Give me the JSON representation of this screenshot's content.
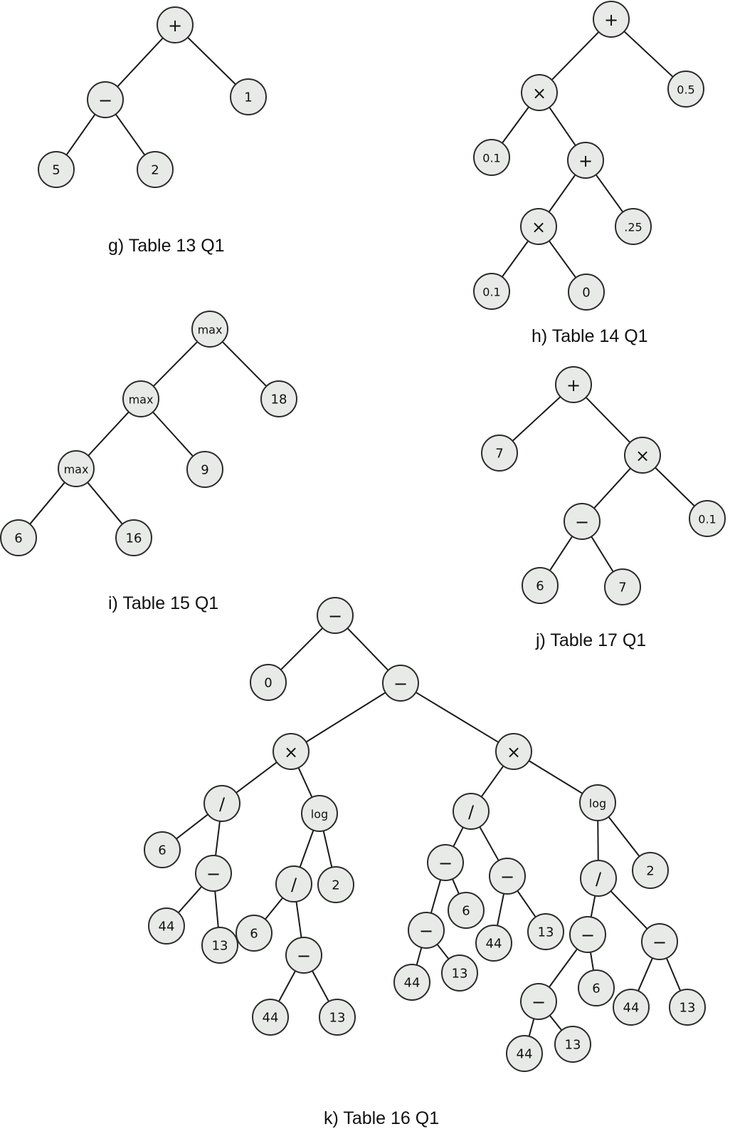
{
  "diagrams": [
    {
      "id": "g",
      "caption": "g) Table 13 Q1",
      "nodes": [
        {
          "id": "g1",
          "label": "+"
        },
        {
          "id": "g2",
          "label": "−"
        },
        {
          "id": "g3",
          "label": "1"
        },
        {
          "id": "g4",
          "label": "5"
        },
        {
          "id": "g5",
          "label": "2"
        }
      ],
      "edges": [
        [
          "g1",
          "g2"
        ],
        [
          "g1",
          "g3"
        ],
        [
          "g2",
          "g4"
        ],
        [
          "g2",
          "g5"
        ]
      ]
    },
    {
      "id": "h",
      "caption": "h) Table 14 Q1",
      "nodes": [
        {
          "id": "h1",
          "label": "+"
        },
        {
          "id": "h2",
          "label": "×"
        },
        {
          "id": "h3",
          "label": "0.5"
        },
        {
          "id": "h4",
          "label": "0.1"
        },
        {
          "id": "h5",
          "label": "+"
        },
        {
          "id": "h6",
          "label": "×"
        },
        {
          "id": "h7",
          "label": ".25"
        },
        {
          "id": "h8",
          "label": "0.1"
        },
        {
          "id": "h9",
          "label": "0"
        }
      ],
      "edges": [
        [
          "h1",
          "h2"
        ],
        [
          "h1",
          "h3"
        ],
        [
          "h2",
          "h4"
        ],
        [
          "h2",
          "h5"
        ],
        [
          "h5",
          "h6"
        ],
        [
          "h5",
          "h7"
        ],
        [
          "h6",
          "h8"
        ],
        [
          "h6",
          "h9"
        ]
      ]
    },
    {
      "id": "i",
      "caption": "i) Table 15 Q1",
      "nodes": [
        {
          "id": "i1",
          "label": "max"
        },
        {
          "id": "i2",
          "label": "max"
        },
        {
          "id": "i3",
          "label": "18"
        },
        {
          "id": "i4",
          "label": "max"
        },
        {
          "id": "i5",
          "label": "9"
        },
        {
          "id": "i6",
          "label": "6"
        },
        {
          "id": "i7",
          "label": "16"
        }
      ],
      "edges": [
        [
          "i1",
          "i2"
        ],
        [
          "i1",
          "i3"
        ],
        [
          "i2",
          "i4"
        ],
        [
          "i2",
          "i5"
        ],
        [
          "i4",
          "i6"
        ],
        [
          "i4",
          "i7"
        ]
      ]
    },
    {
      "id": "j",
      "caption": "j) Table 17 Q1",
      "nodes": [
        {
          "id": "j1",
          "label": "+"
        },
        {
          "id": "j2",
          "label": "7"
        },
        {
          "id": "j3",
          "label": "×"
        },
        {
          "id": "j4",
          "label": "−"
        },
        {
          "id": "j5",
          "label": "0.1"
        },
        {
          "id": "j6",
          "label": "6"
        },
        {
          "id": "j7",
          "label": "7"
        }
      ],
      "edges": [
        [
          "j1",
          "j2"
        ],
        [
          "j1",
          "j3"
        ],
        [
          "j3",
          "j4"
        ],
        [
          "j3",
          "j5"
        ],
        [
          "j4",
          "j6"
        ],
        [
          "j4",
          "j7"
        ]
      ]
    },
    {
      "id": "k",
      "caption": "k) Table 16 Q1",
      "nodes": [
        {
          "id": "k1",
          "label": "−"
        },
        {
          "id": "k2",
          "label": "0"
        },
        {
          "id": "k3",
          "label": "−"
        },
        {
          "id": "k4",
          "label": "×"
        },
        {
          "id": "k5",
          "label": "×"
        },
        {
          "id": "k6",
          "label": "/"
        },
        {
          "id": "k7",
          "label": "log"
        },
        {
          "id": "k8",
          "label": "6"
        },
        {
          "id": "k9",
          "label": "−"
        },
        {
          "id": "k10",
          "label": "44"
        },
        {
          "id": "k11",
          "label": "13"
        },
        {
          "id": "k12",
          "label": "/"
        },
        {
          "id": "k13",
          "label": "2"
        },
        {
          "id": "k14",
          "label": "6"
        },
        {
          "id": "k15",
          "label": "−"
        },
        {
          "id": "k16",
          "label": "44"
        },
        {
          "id": "k17",
          "label": "13"
        },
        {
          "id": "k18",
          "label": "/"
        },
        {
          "id": "k19",
          "label": "log"
        },
        {
          "id": "k20",
          "label": "−"
        },
        {
          "id": "k21",
          "label": "−"
        },
        {
          "id": "k22",
          "label": "−"
        },
        {
          "id": "k23",
          "label": "6"
        },
        {
          "id": "k24",
          "label": "44"
        },
        {
          "id": "k25",
          "label": "13"
        },
        {
          "id": "k26",
          "label": "44"
        },
        {
          "id": "k27",
          "label": "13"
        },
        {
          "id": "k28",
          "label": "/"
        },
        {
          "id": "k29",
          "label": "2"
        },
        {
          "id": "k30",
          "label": "−"
        },
        {
          "id": "k31",
          "label": "−"
        },
        {
          "id": "k32",
          "label": "−"
        },
        {
          "id": "k33",
          "label": "6"
        },
        {
          "id": "k34",
          "label": "44"
        },
        {
          "id": "k35",
          "label": "13"
        },
        {
          "id": "k36",
          "label": "44"
        },
        {
          "id": "k37",
          "label": "13"
        }
      ],
      "edges": [
        [
          "k1",
          "k2"
        ],
        [
          "k1",
          "k3"
        ],
        [
          "k3",
          "k4"
        ],
        [
          "k3",
          "k5"
        ],
        [
          "k4",
          "k6"
        ],
        [
          "k4",
          "k7"
        ],
        [
          "k6",
          "k8"
        ],
        [
          "k6",
          "k9"
        ],
        [
          "k9",
          "k10"
        ],
        [
          "k9",
          "k11"
        ],
        [
          "k7",
          "k12"
        ],
        [
          "k7",
          "k13"
        ],
        [
          "k12",
          "k14"
        ],
        [
          "k12",
          "k15"
        ],
        [
          "k15",
          "k16"
        ],
        [
          "k15",
          "k17"
        ],
        [
          "k5",
          "k18"
        ],
        [
          "k5",
          "k19"
        ],
        [
          "k18",
          "k20"
        ],
        [
          "k18",
          "k21"
        ],
        [
          "k20",
          "k22"
        ],
        [
          "k20",
          "k23"
        ],
        [
          "k22",
          "k24"
        ],
        [
          "k22",
          "k25"
        ],
        [
          "k21",
          "k26"
        ],
        [
          "k21",
          "k27"
        ],
        [
          "k19",
          "k28"
        ],
        [
          "k19",
          "k29"
        ],
        [
          "k28",
          "k30"
        ],
        [
          "k28",
          "k31"
        ],
        [
          "k30",
          "k32"
        ],
        [
          "k30",
          "k33"
        ],
        [
          "k32",
          "k34"
        ],
        [
          "k32",
          "k35"
        ],
        [
          "k31",
          "k36"
        ],
        [
          "k31",
          "k37"
        ]
      ]
    }
  ]
}
